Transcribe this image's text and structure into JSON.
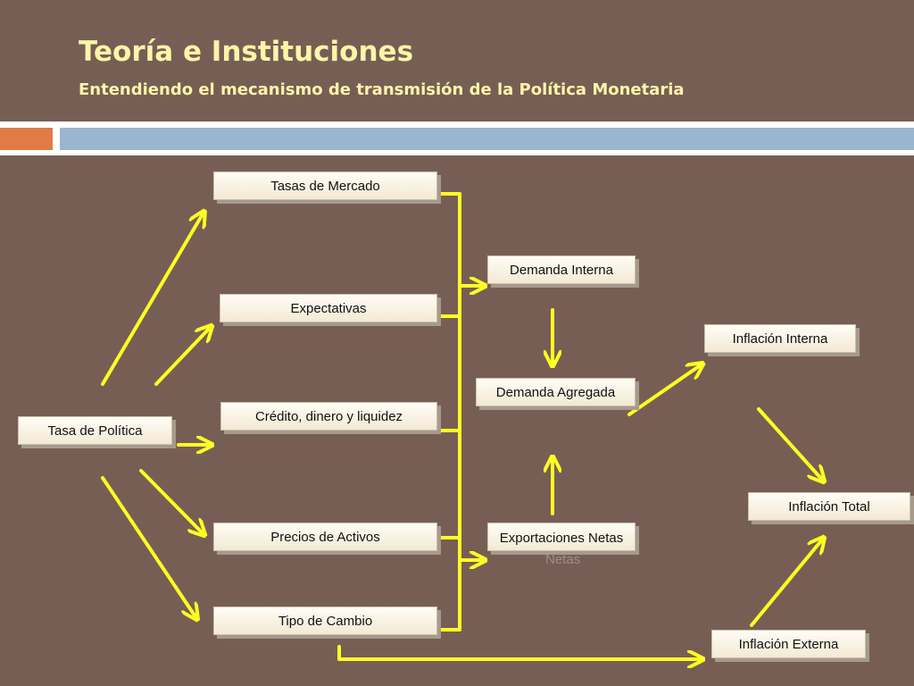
{
  "header": {
    "title": "Teoría e Instituciones",
    "subtitle": "Entendiendo el mecanismo de transmisión de la Política Monetaria"
  },
  "nodes": {
    "tasa_politica": "Tasa de Política",
    "tasas_mercado": "Tasas de Mercado",
    "expectativas": "Expectativas",
    "credito": "Crédito, dinero y liquidez",
    "precios_activos": "Precios de Activos",
    "tipo_cambio": "Tipo de Cambio",
    "demanda_interna": "Demanda Interna",
    "demanda_agregada": "Demanda Agregada",
    "exportaciones": "Exportaciones Netas",
    "exportaciones_shadow": "Netas",
    "inflacion_interna": "Inflación Interna",
    "inflacion_total": "Inflación Total",
    "inflacion_externa": "Inflación Externa"
  },
  "colors": {
    "background": "#775e55",
    "title": "#fff5a8",
    "arrow": "#ffff22",
    "accent_orange": "#e07b45",
    "accent_blue": "#9ab6cf"
  }
}
